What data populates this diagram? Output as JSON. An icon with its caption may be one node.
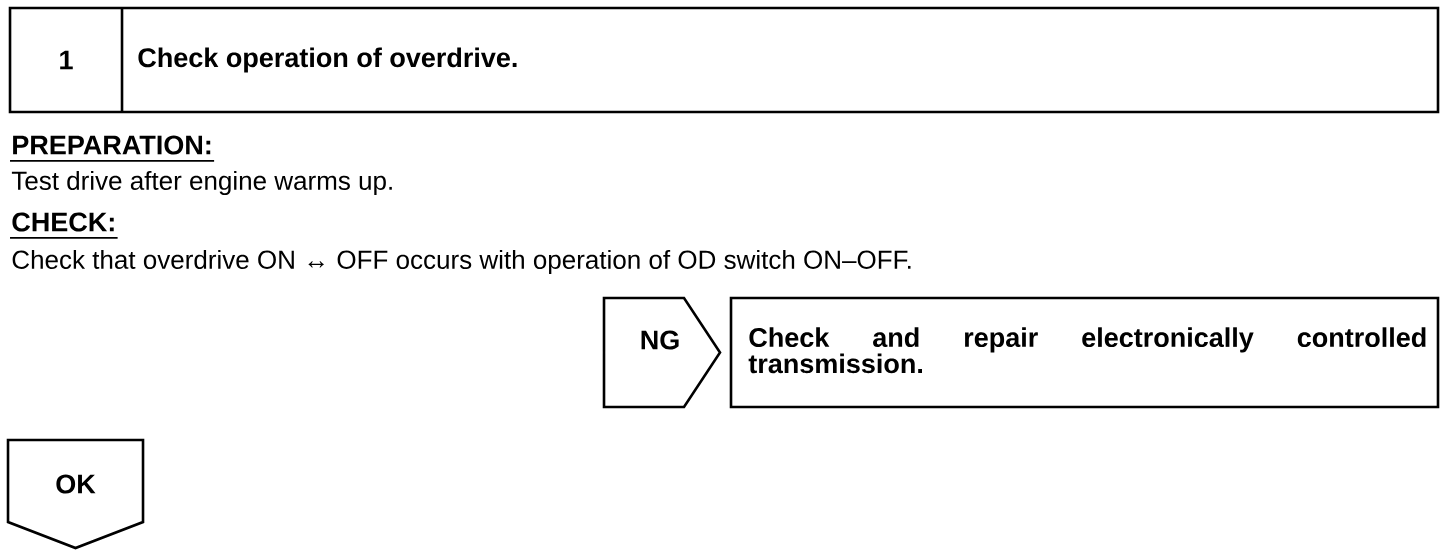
{
  "diagram": {
    "nodes": [
      {
        "text": [
          "1",
          "Check operation of overdrive."
        ]
      },
      {
        "text": [
          "NG"
        ]
      },
      {
        "text": [
          "Check and repair electronically controlled transmission."
        ]
      },
      {
        "text": [
          "OK"
        ]
      }
    ],
    "labels": [
      "PREPARATION:",
      "Test drive after engine warms up.",
      "CHECK:",
      "Check that overdrive ON ↔ OFF occurs with operation of OD switch ON–OFF."
    ]
  }
}
